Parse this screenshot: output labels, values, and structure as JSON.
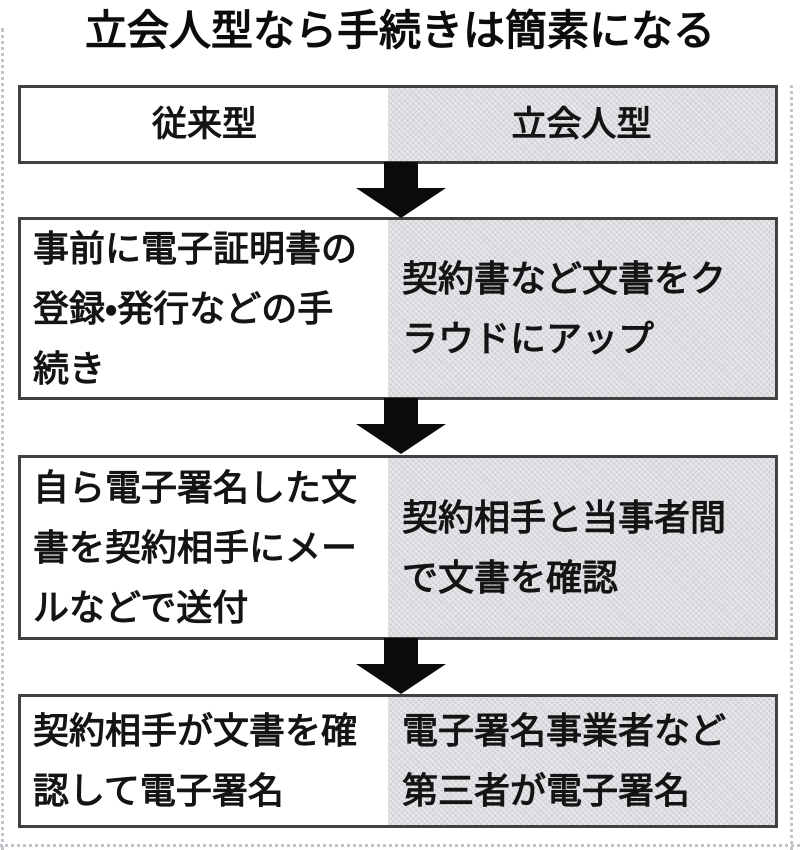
{
  "title": "立会人型なら手続きは簡素になる",
  "colors": {
    "border": "#414141",
    "right_column_fill": "#dcdce1",
    "arrow": "#0b0b0b",
    "text": "#141414",
    "crop_edge_dots": "#c3c3c9"
  },
  "table": {
    "header": {
      "left": "従来型",
      "right": "立会人型"
    },
    "rows": [
      {
        "left": "事前に電子証明書の\n登録・発行などの手\n続き",
        "right": "契約書など文書をク\nラウドにアップ"
      },
      {
        "left": "自ら電子署名した文\n書を契約相手にメー\nルなどで送付",
        "right": "契約相手と当事者間\nで文書を確認"
      },
      {
        "left": "契約相手が文書を確\n認して電子署名",
        "right": "電子署名事業者など\n第三者が電子署名"
      }
    ]
  },
  "icons": {
    "flow_arrow": "down-arrow"
  }
}
